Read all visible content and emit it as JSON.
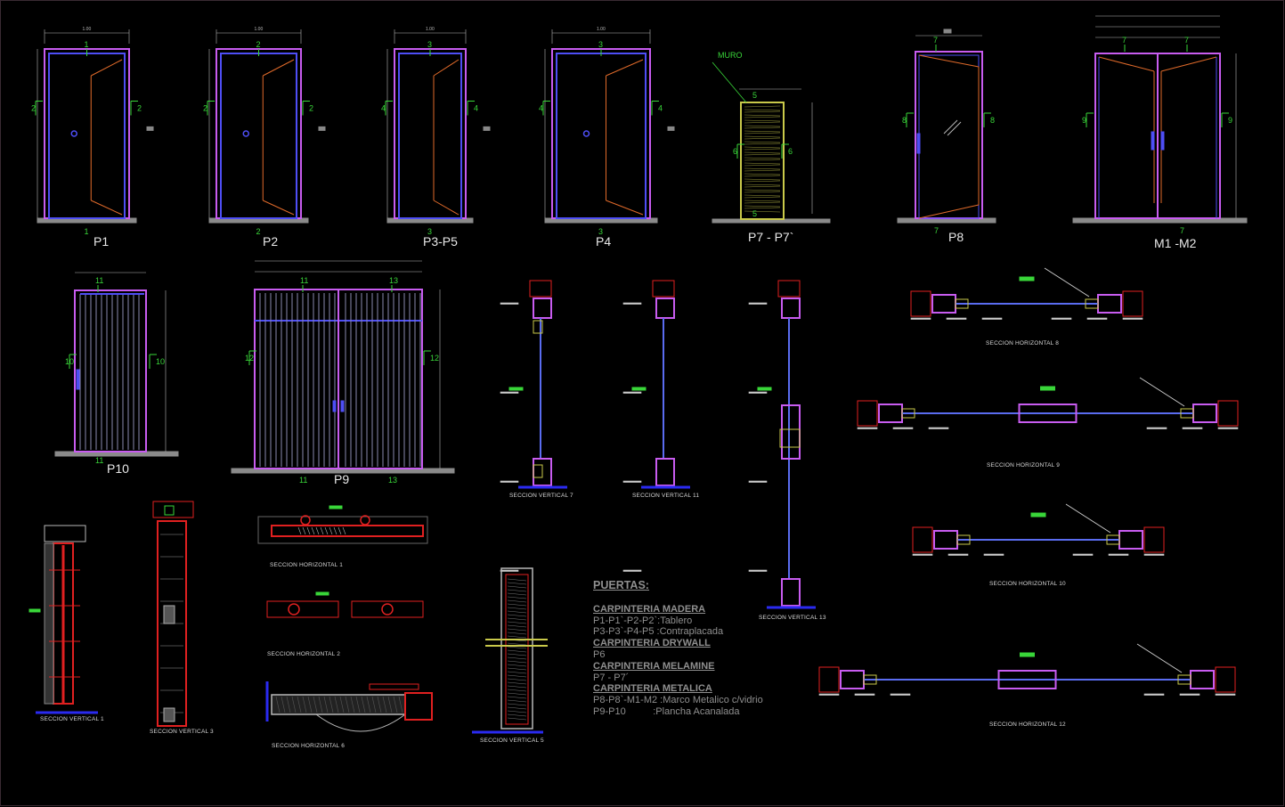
{
  "door_labels": {
    "p1": "P1",
    "p2": "P2",
    "p3p5": "P3-P5",
    "p4": "P4",
    "p7": "P7 - P7`",
    "p8": "P8",
    "m1m2": "M1 -M2",
    "p10": "P10",
    "p9": "P9"
  },
  "muro": "MURO",
  "section_titles": {
    "sv7": "SECCION VERTICAL 7",
    "sv11": "SECCION VERTICAL 11",
    "sv13": "SECCION VERTICAL 13",
    "sh8": "SECCION HORIZONTAL 8",
    "sh9": "SECCION HORIZONTAL 9",
    "sh10": "SECCION HORIZONTAL 10",
    "sh12": "SECCION HORIZONTAL 12",
    "sv1": "SECCION VERTICAL 1",
    "sv3": "SECCION VERTICAL 3",
    "sh1": "SECCION HORIZONTAL 1",
    "sh2": "SECCION HORIZONTAL 2",
    "sh6": "SECCION HORIZONTAL 6",
    "sv5": "SECCION VERTICAL 5"
  },
  "legend": {
    "title": "PUERTAS:",
    "groups": [
      {
        "heading": "CARPINTERIA MADERA",
        "lines": [
          "P1-P1`-P2-P2`:Tablero",
          "P3-P3`-P4-P5 :Contraplacada"
        ]
      },
      {
        "heading": "CARPINTERIA DRYWALL",
        "lines": [
          "P6"
        ]
      },
      {
        "heading": "CARPINTERIA MELAMINE",
        "lines": [
          "P7 - P7´"
        ]
      },
      {
        "heading": "CARPINTERIA METALICA",
        "lines": [
          "P8-P8`-M1-M2 :Marco Metalico c/vidrio",
          "P9-P10          :Plancha Acanalada"
        ]
      }
    ]
  },
  "colors": {
    "frame": "#c85cf0",
    "inner": "#4e4ef5",
    "swing": "#e06a2a",
    "section_mark": "#39d639",
    "dim": "#b8b8b8",
    "floor": "#8a8a8a",
    "glass_blue": "#5a6cf0",
    "wood": "#c9c94a",
    "red": "#e02020"
  }
}
